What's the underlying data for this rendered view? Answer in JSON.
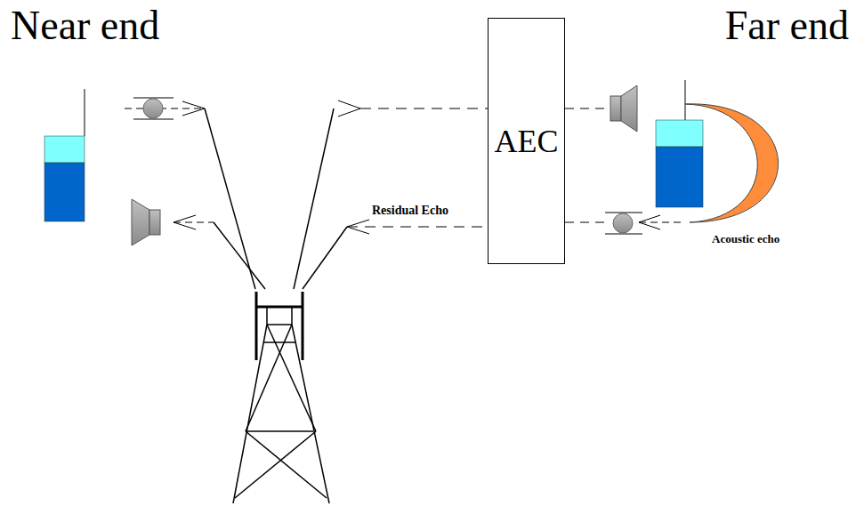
{
  "diagram": {
    "nodes": [
      {
        "text": [
          "AEC"
        ]
      }
    ],
    "labels": [
      "Near end",
      "Far end",
      "Residual Echo",
      "Acoustic echo"
    ]
  }
}
